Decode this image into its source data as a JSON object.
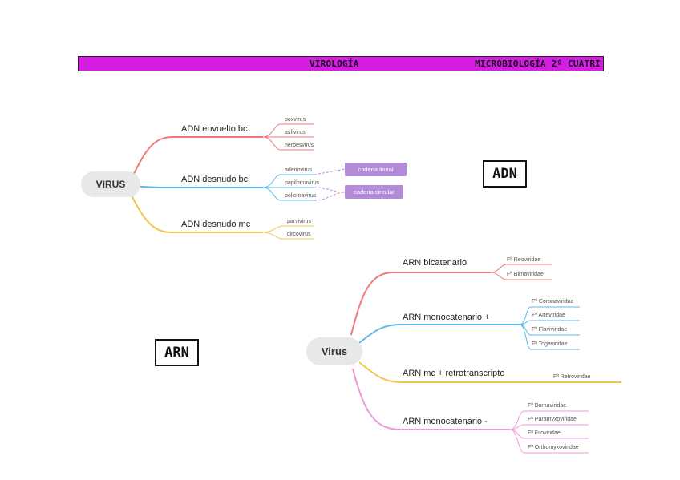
{
  "header": {
    "title": "VIROLOGÍA",
    "right": "MICROBIOLOGÍA 2º CUATRI"
  },
  "adn_map": {
    "root": "VIRUS",
    "branches": [
      {
        "label": "ADN envuelto bc",
        "color": "#f07a7a",
        "leaves": [
          "poxvirus",
          "asfivirus",
          "herpesvirus"
        ]
      },
      {
        "label": "ADN desnudo bc",
        "color": "#5bb8e8",
        "leaves": [
          "adenovirus",
          "papilomavirus",
          "poliomavirus"
        ]
      },
      {
        "label": "ADN desnudo mc",
        "color": "#f2c64e",
        "leaves": [
          "parvivirus",
          "circovirus"
        ]
      }
    ],
    "tags": [
      "cadena lineal",
      "cadena circular"
    ],
    "box": "ADN"
  },
  "arn_map": {
    "root": "Virus",
    "branches": [
      {
        "label": "ARN bicatenario",
        "color": "#f07a7a",
        "leaves": [
          "Fª Reoviridae",
          "Fª Birnaviridae"
        ]
      },
      {
        "label": "ARN monocatenario +",
        "color": "#5bb8e8",
        "leaves": [
          "Fª Coronaviridae",
          "Fª Arteviridae",
          "Fª Flaviviridae",
          "Fª Togaviridae"
        ]
      },
      {
        "label": "ARN mc + retrotranscripto",
        "color": "#f2c64e",
        "leaves": [
          "Fª Retroviridae"
        ]
      },
      {
        "label": "ARN monocatenario -",
        "color": "#ee9ad8",
        "leaves": [
          "Fª Bornaviridae",
          "Fª Paramyxoviridae",
          "Fª Filoviridae",
          "Fª Orthomyxoviridae"
        ]
      }
    ],
    "box": "ARN"
  },
  "colors": {
    "header": "#d51fe0",
    "tag": "#b28ad8",
    "root_bg": "#e8e8e8"
  }
}
